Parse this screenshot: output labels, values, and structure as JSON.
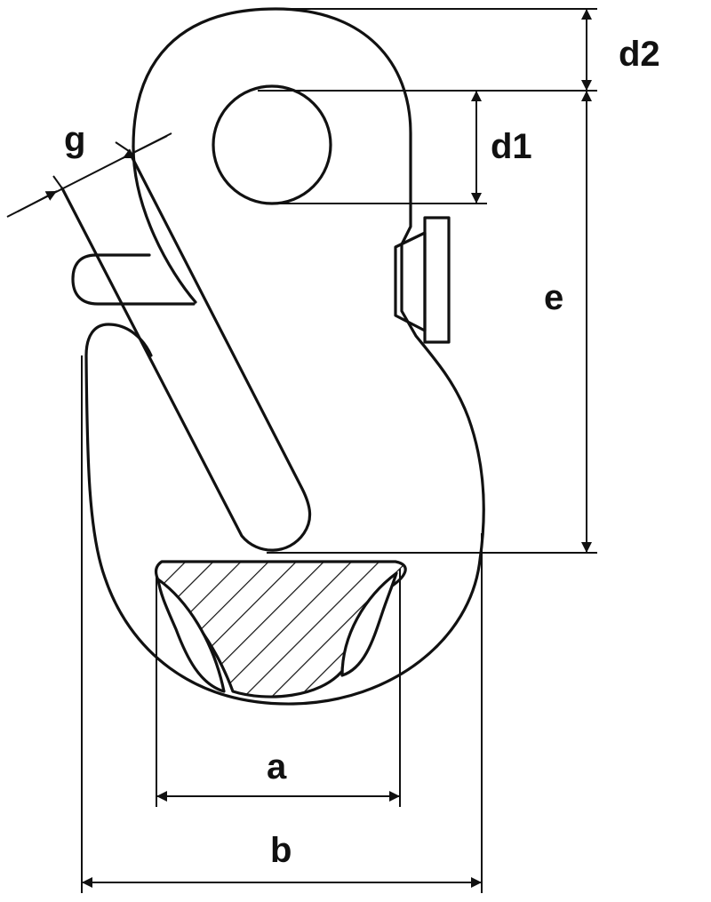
{
  "diagram": {
    "colors": {
      "stroke": "#111111",
      "background": "#ffffff"
    },
    "labels": {
      "d2": "d2",
      "d1": "d1",
      "e": "e",
      "g": "g",
      "a": "a",
      "b": "b"
    }
  }
}
